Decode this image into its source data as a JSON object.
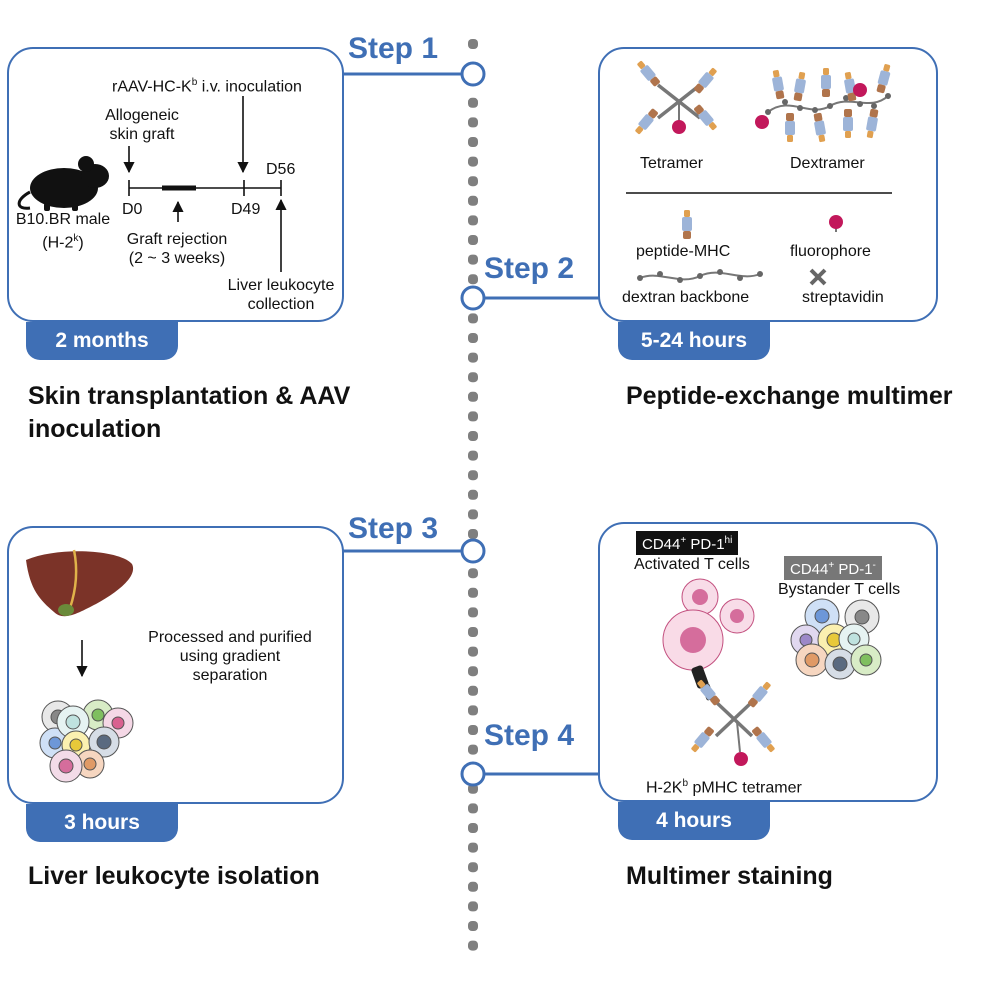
{
  "steps": [
    {
      "label": "Step 1",
      "duration": "2 months",
      "title": "Skin transplantation & AAV inoculation"
    },
    {
      "label": "Step 2",
      "duration": "5-24 hours",
      "title": "Peptide-exchange multimer"
    },
    {
      "label": "Step 3",
      "duration": "3 hours",
      "title": "Liver leukocyte isolation"
    },
    {
      "label": "Step 4",
      "duration": "4 hours",
      "title": "Multimer staining"
    }
  ],
  "panel1": {
    "mouse_line1": "B10.BR male",
    "mouse_line2_base": "(H-2",
    "mouse_line2_sup": "k",
    "mouse_line2_end": ")",
    "aav_base": "rAAV-HC-K",
    "aav_sup": "b",
    "aav_end": " i.v. inoculation",
    "graft_line1": "Allogeneic",
    "graft_line2": "skin graft",
    "d0": "D0",
    "d49": "D49",
    "d56": "D56",
    "rejection_line1": "Graft rejection",
    "rejection_line2": "(2 ~ 3 weeks)",
    "collect_line1": "Liver leukocyte",
    "collect_line2": "collection"
  },
  "panel2": {
    "tetramer": "Tetramer",
    "dextramer": "Dextramer",
    "legend_pmhc": "peptide-MHC",
    "legend_fluorophore": "fluorophore",
    "legend_dextran": "dextran backbone",
    "legend_streptavidin": "streptavidin"
  },
  "panel3": {
    "process_line1": "Processed and purified",
    "process_line2": "using gradient",
    "process_line3": "separation"
  },
  "panel4": {
    "activated_tag_base": "CD44",
    "activated_tag_sup1": "+",
    "activated_tag_mid": " PD-1",
    "activated_tag_sup2": "hi",
    "activated_label": "Activated T cells",
    "bystander_tag_base": "CD44",
    "bystander_tag_sup1": "+",
    "bystander_tag_mid": " PD-1",
    "bystander_tag_sup2": "-",
    "bystander_label": "Bystander T cells",
    "tetramer_base": "H-2K",
    "tetramer_sup": "b",
    "tetramer_end": " pMHC tetramer"
  },
  "colors": {
    "accent": "#3f6fb5",
    "dots": "#7f7f7f",
    "fluorophore": "#c2185b",
    "liver": "#7b3328"
  }
}
